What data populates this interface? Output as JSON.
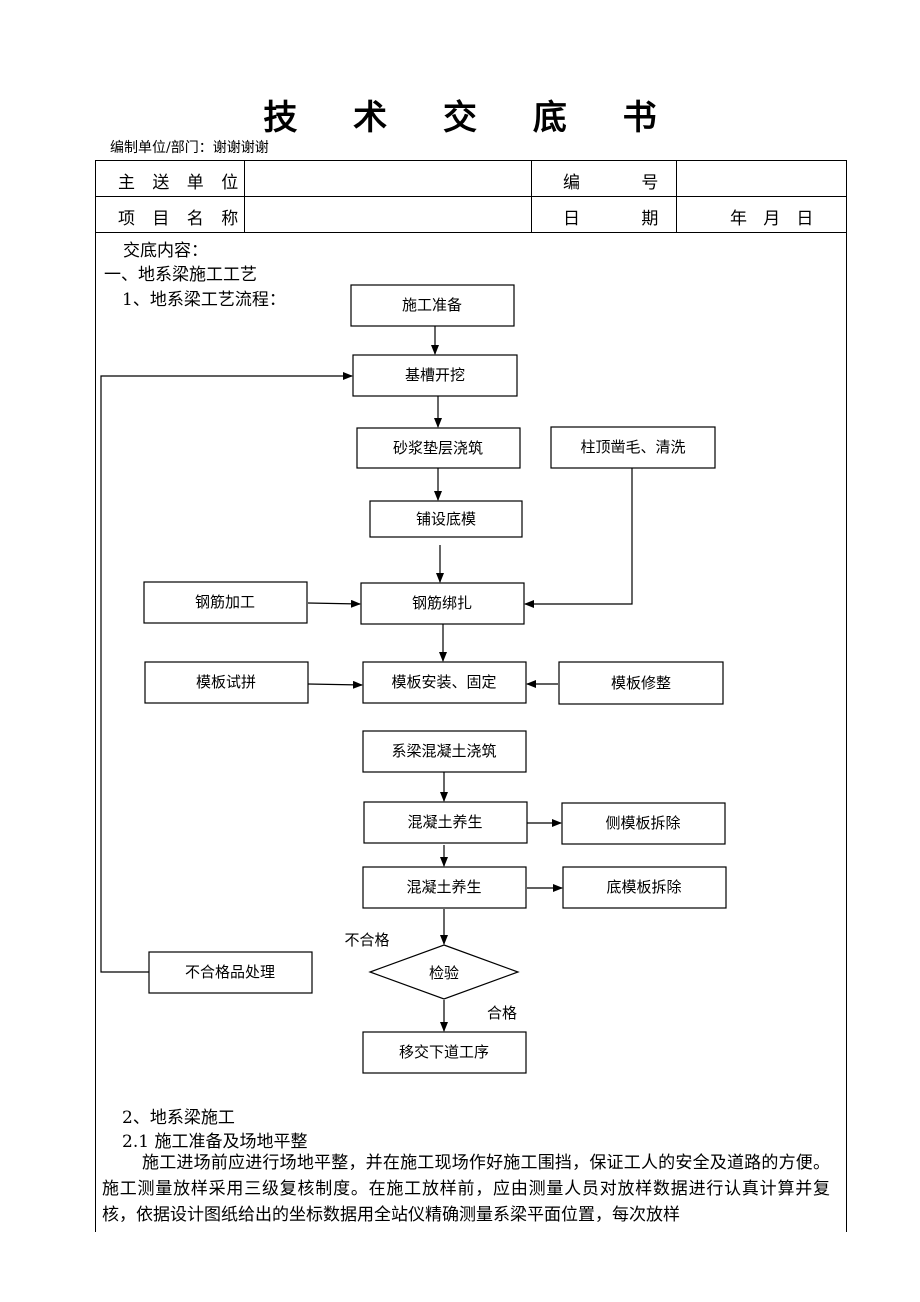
{
  "document": {
    "title": "技 术 交 底 书",
    "org_label": "编制单位/部门：谢谢谢谢"
  },
  "header_table": {
    "recipient_label": "主 送 单 位",
    "recipient_value": "",
    "number_label": "编 号",
    "number_value": "",
    "project_label": "项 目 名 称",
    "project_value": "",
    "date_label": "日 期",
    "date_value": "年   月   日"
  },
  "content": {
    "intro": "交底内容：",
    "section1": "一、地系梁施工工艺",
    "section1_1": "1、地系梁工艺流程：",
    "section2": "2、地系梁施工",
    "section2_1": "2.1 施工准备及场地平整",
    "paragraph": "施工进场前应进行场地平整，并在施工现场作好施工围挡，保证工人的安全及道路的方便。施工测量放样采用三级复核制度。在施工放样前，应由测量人员对放样数据进行认真计算并复核，依据设计图纸给出的坐标数据用全站仪精确测量系梁平面位置，每次放样"
  },
  "flowchart": {
    "steps": {
      "prep": "施工准备",
      "excavation": "基槽开挖",
      "mortar": "砂浆垫层浇筑",
      "column_top": "柱顶凿毛、清洗",
      "bottom_form": "铺设底模",
      "rebar_processing": "钢筋加工",
      "rebar_binding": "钢筋绑扎",
      "form_trial": "模板试拼",
      "form_install": "模板安装、固定",
      "form_trim": "模板修整",
      "concrete_pour": "系梁混凝土浇筑",
      "curing_1": "混凝土养生",
      "side_form_removal": "侧模板拆除",
      "curing_2": "混凝土养生",
      "bottom_form_removal": "底模板拆除",
      "nonconforming": "不合格品处理",
      "inspection": "检验",
      "next_process": "移交下道工序"
    },
    "labels": {
      "fail": "不合格",
      "pass": "合格"
    }
  }
}
